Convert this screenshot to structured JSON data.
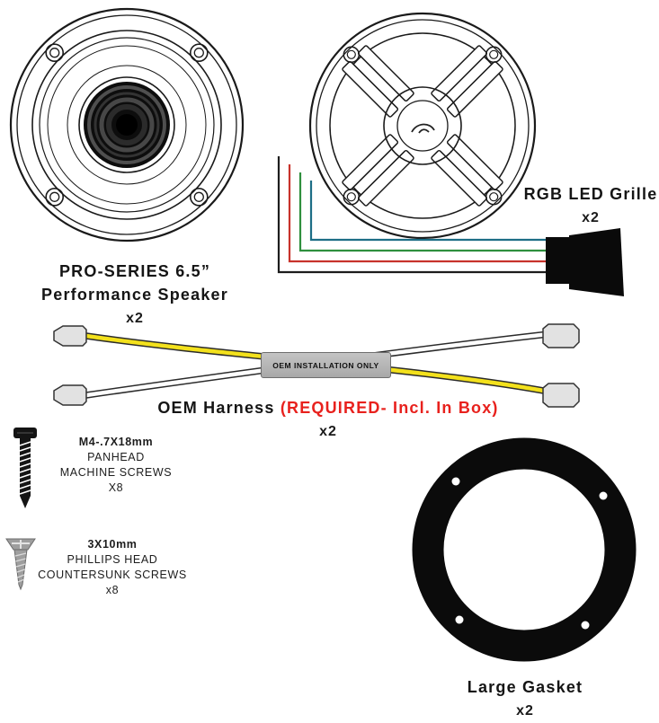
{
  "colors": {
    "line_art": "#1a1a1a",
    "wire_black": "#1d1d1d",
    "wire_red": "#c8332b",
    "wire_green": "#2f8f3e",
    "wire_blue": "#1d6e86",
    "harness_yellow": "#f3e11c",
    "harness_white": "#ffffff",
    "required_red": "#e8211d",
    "tag_gray": "#b5b5b5"
  },
  "speaker": {
    "title": "PRO-SERIES 6.5”",
    "subtitle": "Performance Speaker",
    "qty": "x2"
  },
  "grille": {
    "label": "RGB LED Grille",
    "qty": "x2"
  },
  "harness": {
    "name": "OEM Harness ",
    "required": "(REQUIRED- Incl. In Box)",
    "qty": "x2",
    "tag": "OEM INSTALLATION ONLY"
  },
  "machine_screws": {
    "size": "M4-.7X18mm",
    "line2": "PANHEAD",
    "line3": "MACHINE SCREWS",
    "qty": "X8"
  },
  "countersunk_screws": {
    "size": "3X10mm",
    "line2": "PHILLIPS HEAD",
    "line3": "COUNTERSUNK SCREWS",
    "qty": "x8"
  },
  "gasket": {
    "label": "Large Gasket",
    "qty": "x2"
  }
}
